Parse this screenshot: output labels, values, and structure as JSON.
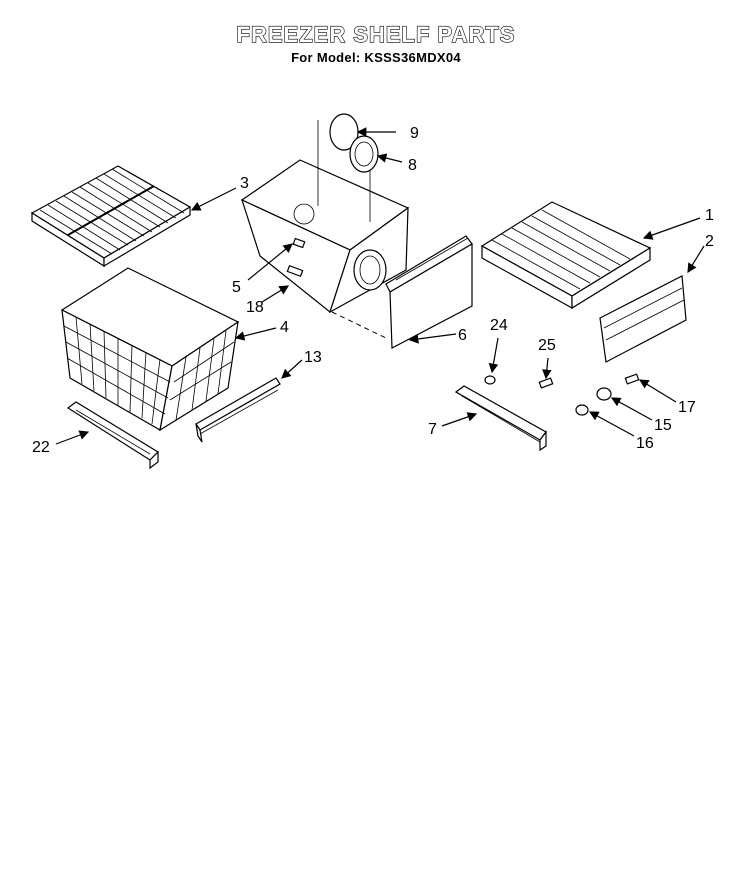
{
  "header": {
    "title": "FREEZER SHELF PARTS",
    "model": "For Model: KSSS36MDX04"
  },
  "callouts": {
    "c1": "1",
    "c2": "2",
    "c3": "3",
    "c4": "4",
    "c5": "5",
    "c6": "6",
    "c7": "7",
    "c8": "8",
    "c9": "9",
    "c13": "13",
    "c15": "15",
    "c16": "16",
    "c17": "17",
    "c18": "18",
    "c22": "22",
    "c24": "24",
    "c25": "25"
  }
}
